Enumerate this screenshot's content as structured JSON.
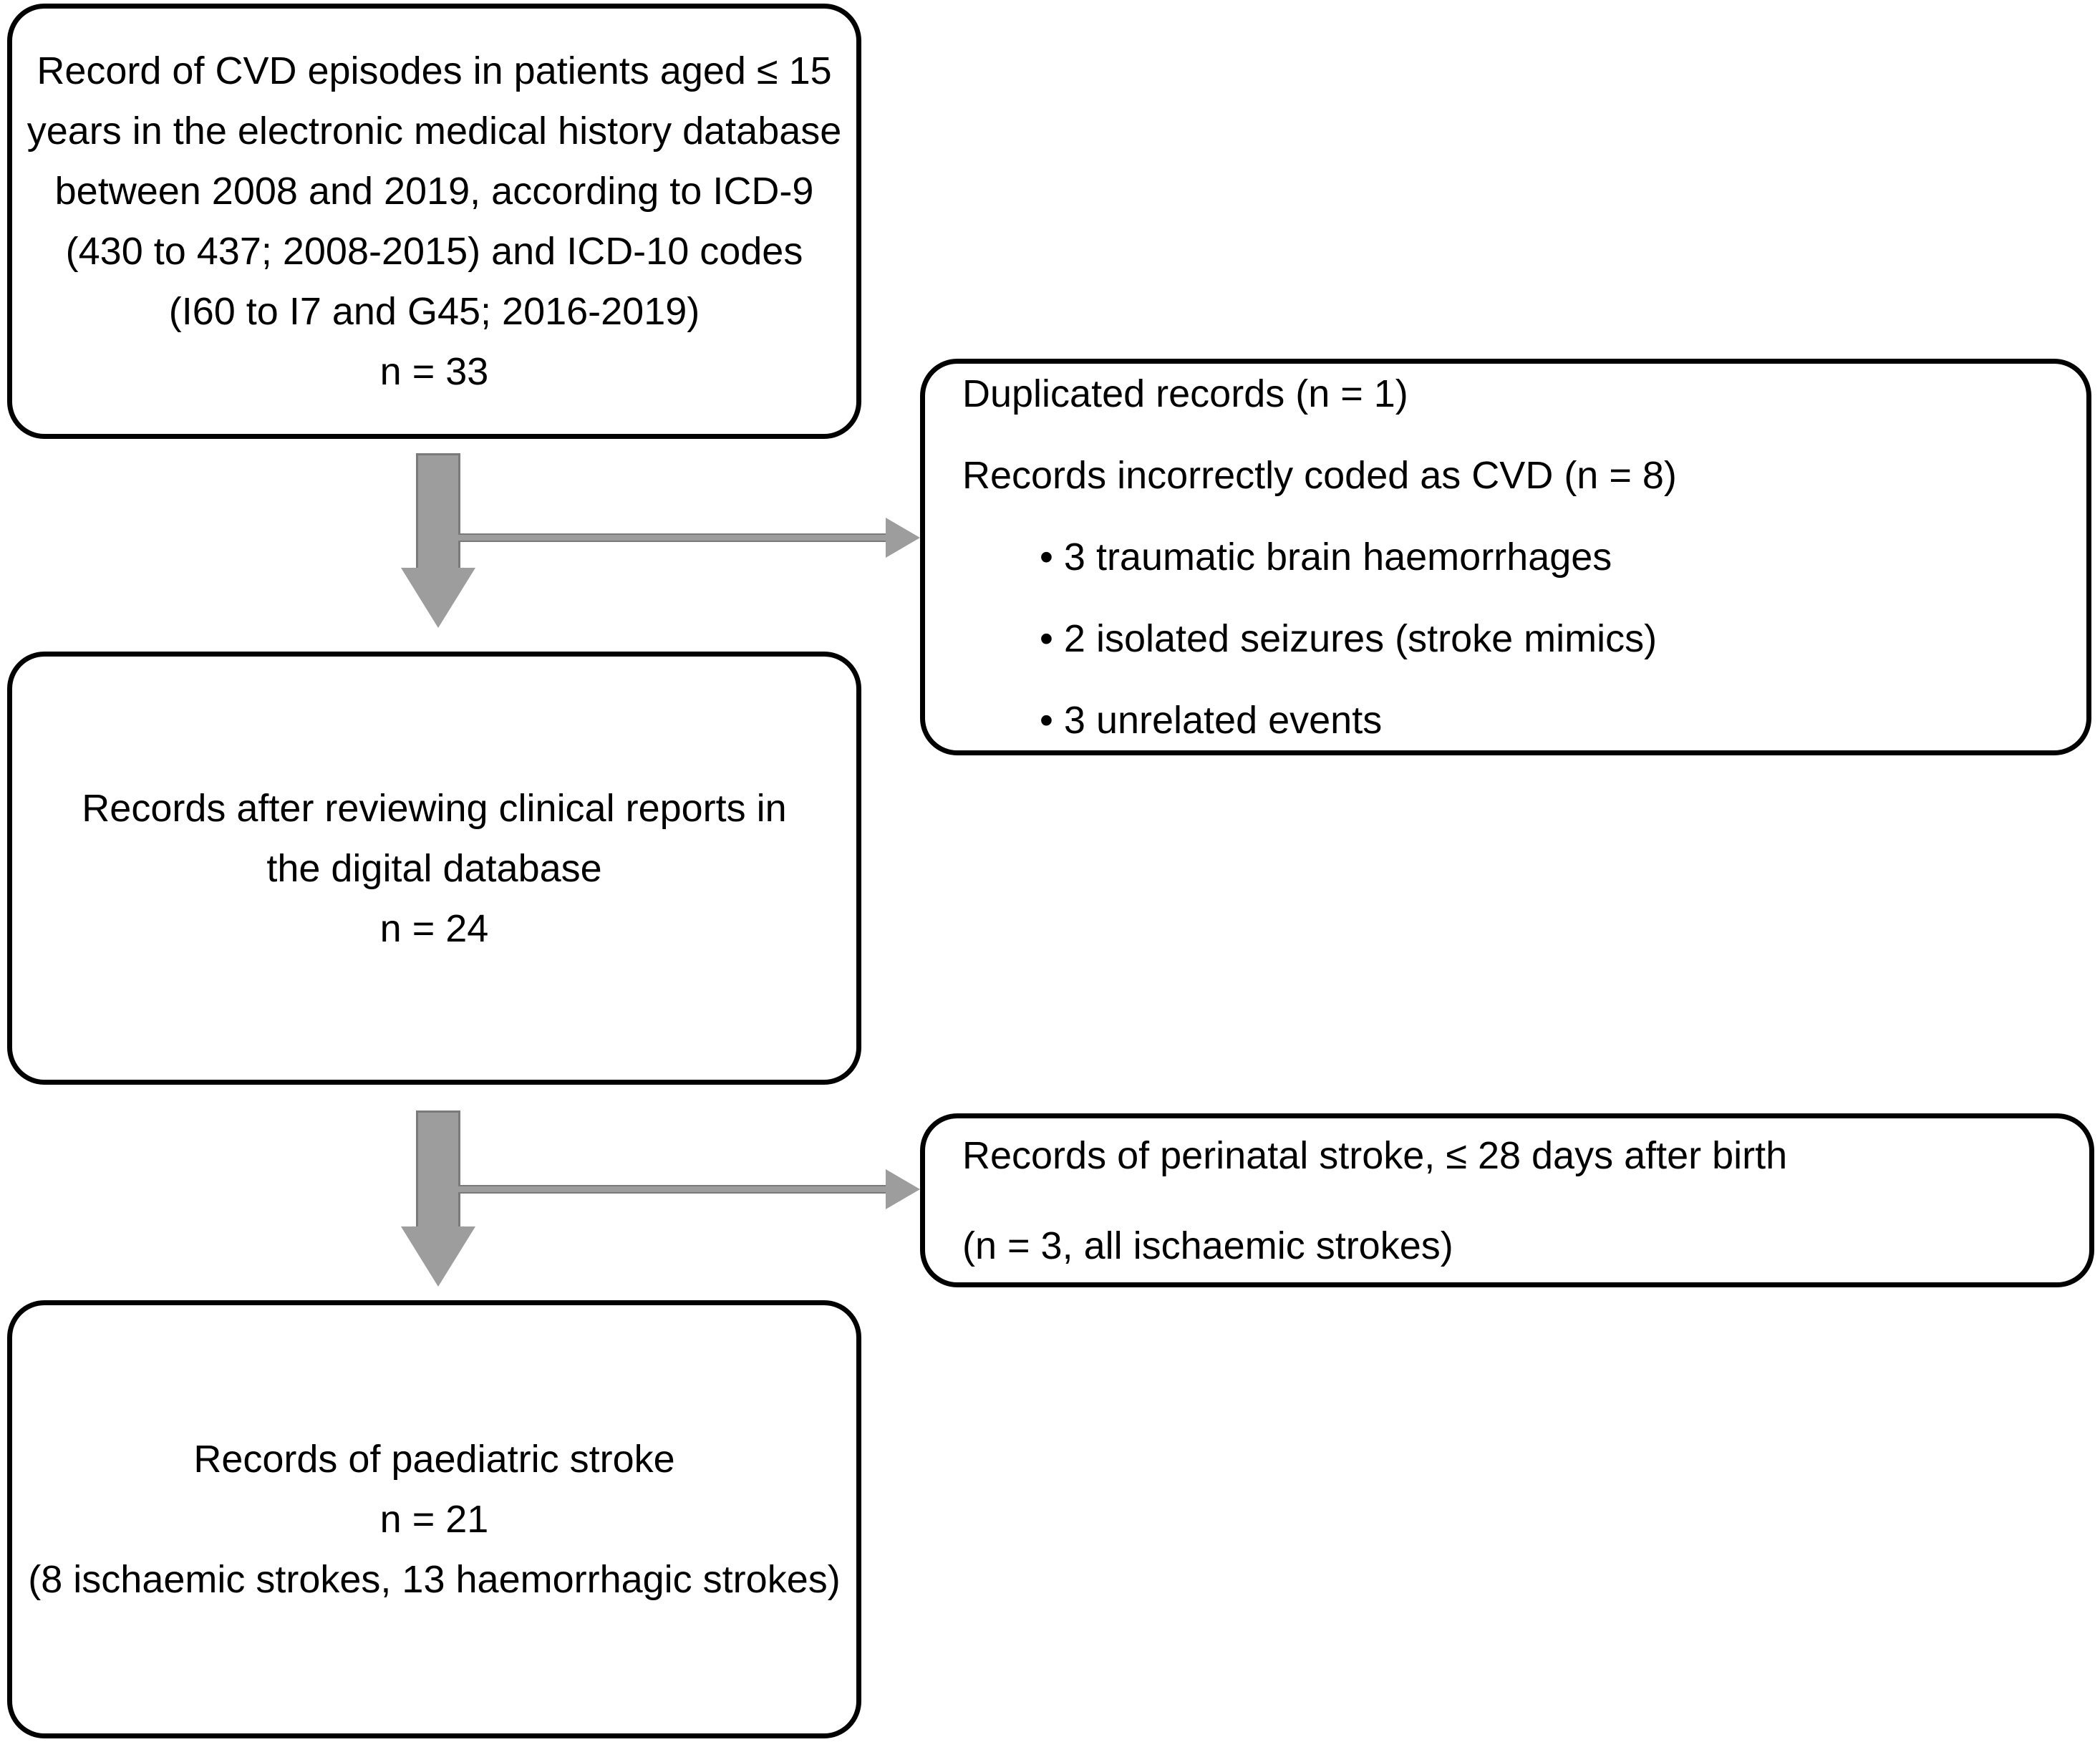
{
  "figure": {
    "type": "flowchart",
    "title": "Patient record selection flow for paediatric stroke study",
    "colors": {
      "box_border": "#000000",
      "box_fill": "#ffffff",
      "arrow_fill": "#9d9d9d",
      "arrow_stroke": "#7a7a7a",
      "text": "#000000"
    }
  },
  "nodes": {
    "source_records": {
      "id": "source-records-box",
      "align": "center",
      "lines": [
        "Record of CVD episodes in patients aged ≤ 15",
        "years in the electronic medical history database",
        "between 2008 and 2019, according to ICD-9",
        "(430 to 437; 2008-2015) and ICD-10 codes",
        "(I60 to I7 and G45; 2016-2019)",
        "n = 33"
      ],
      "count": 33
    },
    "excluded_coding": {
      "id": "excluded-coding-box",
      "align": "left",
      "lines": [
        "Duplicated records (n = 1)",
        "Records incorrectly coded as CVD (n = 8)"
      ],
      "bullets": [
        "• 3 traumatic brain haemorrhages",
        "• 2 isolated seizures (stroke mimics)",
        "• 3 unrelated events"
      ],
      "duplicated_n": 1,
      "incorrectly_coded_n": 8
    },
    "reviewed_records": {
      "id": "reviewed-records-box",
      "align": "center",
      "lines": [
        "Records after reviewing clinical reports in",
        "the digital database",
        "n = 24"
      ],
      "count": 24
    },
    "excluded_perinatal": {
      "id": "excluded-perinatal-box",
      "align": "left",
      "lines": [
        "Records of perinatal stroke, ≤ 28 days after birth",
        "(n = 3, all ischaemic strokes)"
      ],
      "count": 3
    },
    "final_records": {
      "id": "final-records-box",
      "align": "center",
      "lines": [
        "Records of paediatric stroke",
        "n = 21",
        "(8 ischaemic strokes, 13 haemorrhagic strokes)"
      ],
      "count": 21,
      "ischaemic": 8,
      "haemorrhagic": 13
    }
  },
  "connectors": {
    "down_1": {
      "name": "flow-arrow-down-1",
      "direction": "down"
    },
    "right_1": {
      "name": "exclusion-arrow-right-1",
      "direction": "right"
    },
    "down_2": {
      "name": "flow-arrow-down-2",
      "direction": "down"
    },
    "right_2": {
      "name": "exclusion-arrow-right-2",
      "direction": "right"
    }
  }
}
